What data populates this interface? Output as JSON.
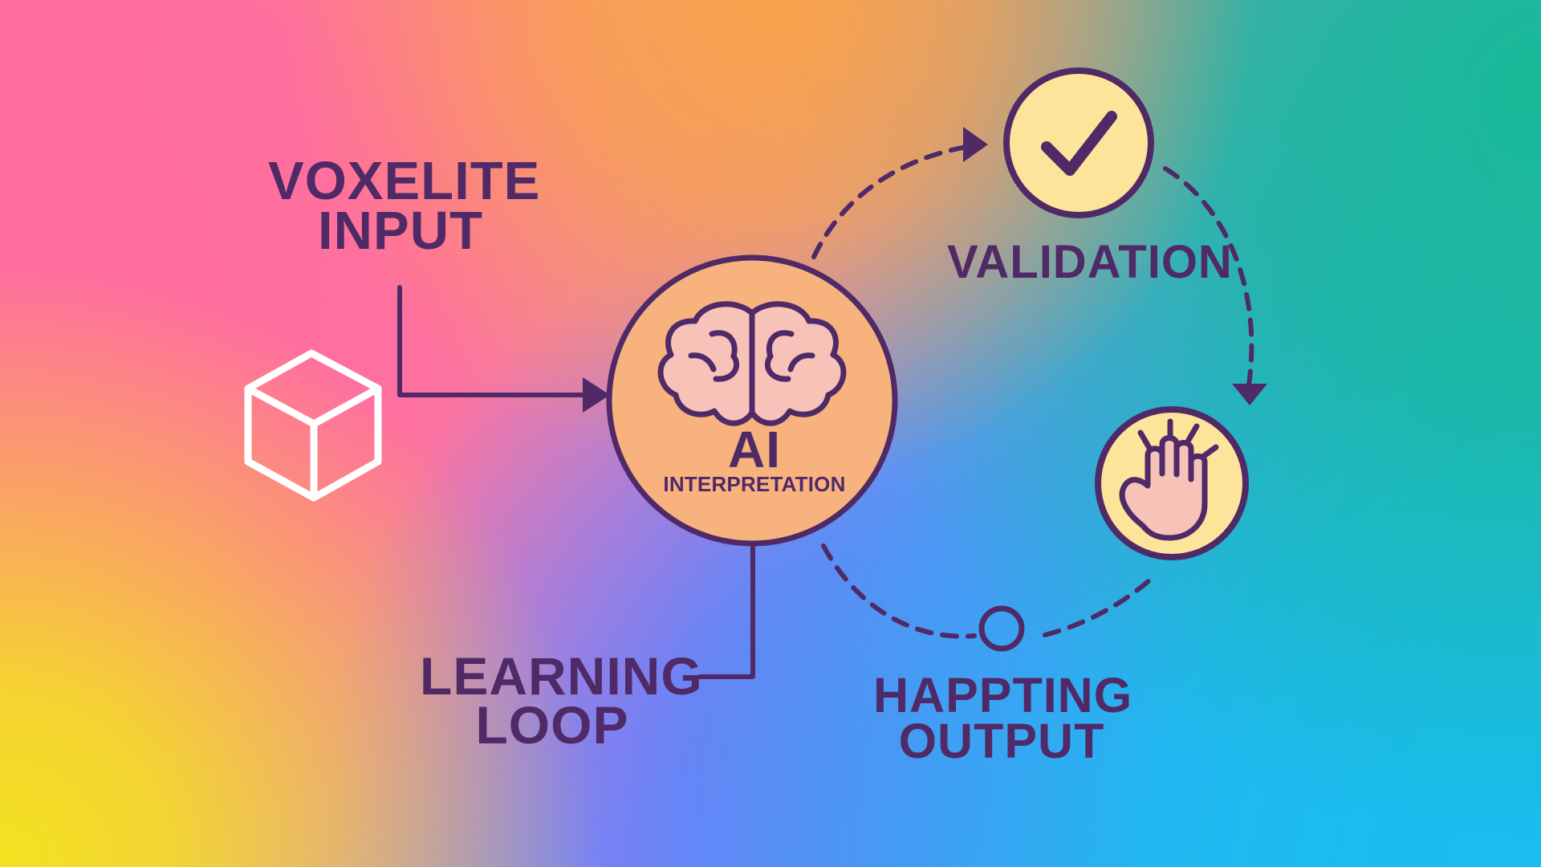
{
  "labels": {
    "voxelite": [
      "VOXELITE",
      "INPUT"
    ],
    "ai_main": "AI",
    "ai_sub": "INTERPRETATION",
    "validation": "VALIDATION",
    "learning": [
      "LEARNING",
      "LOOP"
    ],
    "haptic": [
      "HAPPTING",
      "OUTPUT"
    ]
  },
  "icons": {
    "input": "cube-icon",
    "ai": "brain-icon",
    "validation": "check-icon",
    "haptic": "hand-icon",
    "loop_marker": "ring-icon"
  },
  "colors": {
    "ink": "#4f2a67",
    "ai_fill": "#f8b27d",
    "icon_fill": "#fde49b",
    "brain_fill": "#f7c3b8",
    "hand_fill": "#f7c3b8",
    "cube_stroke": "#ffffff"
  }
}
